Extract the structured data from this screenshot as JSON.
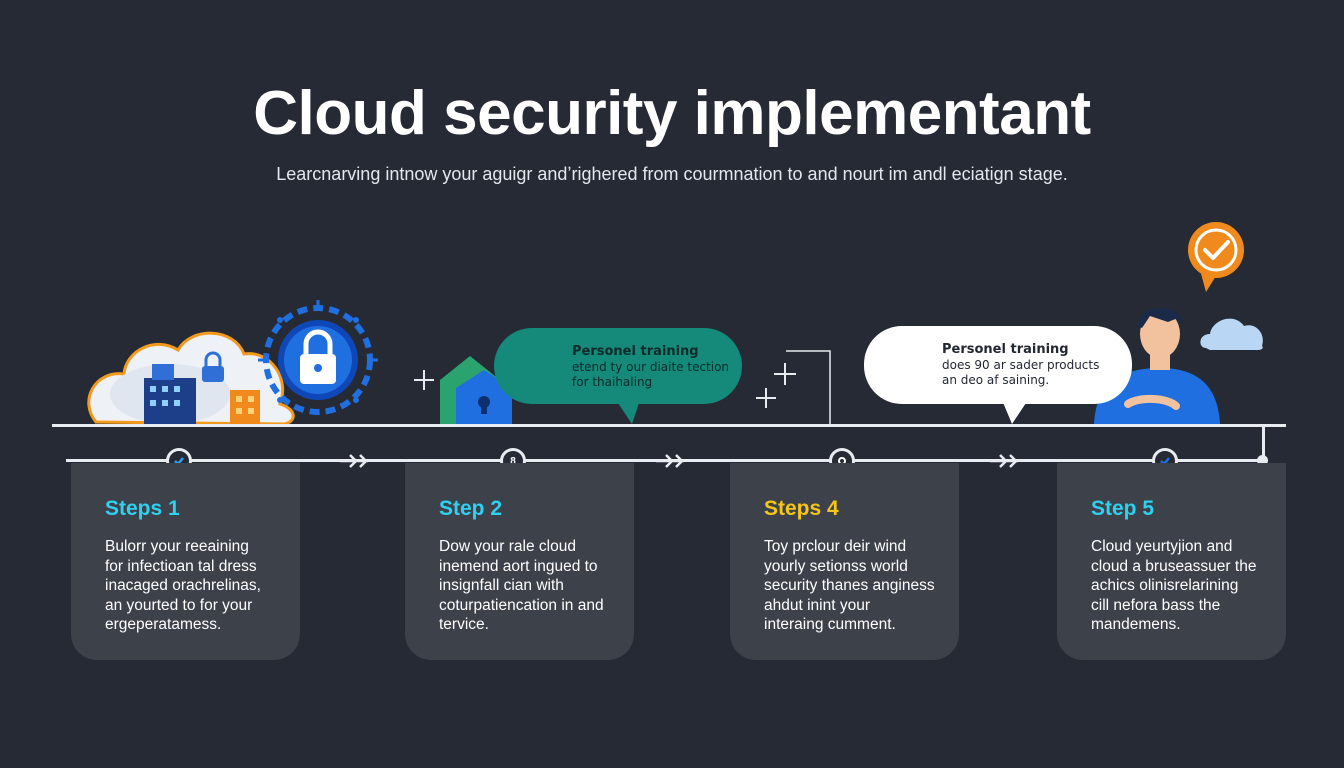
{
  "header": {
    "title": "Cloud security implementant",
    "subtitle": "Learcnarving intnow your aguigr andʼrighered from courmnation to and nourt im andl eciatign stage."
  },
  "bubbles": [
    {
      "title": "Personel training",
      "lines": [
        "etend ty our diaite tection",
        "for thaihaling"
      ],
      "color": "#15897a"
    },
    {
      "title": "Personel training",
      "lines": [
        "does 90 ar sader products",
        "an deo af saining."
      ],
      "color": "#ffffff"
    }
  ],
  "steps": [
    {
      "title": "Steps 1",
      "title_color": "#2fd0f0",
      "body": "Bulorr your reeaining\nfor infectioan tal dress\ninacaged orachrelinas,\nan yourted to for your\nergeperatamess.",
      "node_icon": "check-icon"
    },
    {
      "title": "Step 2",
      "title_color": "#2fd0f0",
      "body": "Dow your rale cloud\ninemend aort ingued to\ninsignfall cian with\ncoturpatiencation in and\ntervice.",
      "node_icon": "number-icon",
      "node_text": "8"
    },
    {
      "title": "Steps 4",
      "title_color": "#f5c518",
      "body": "Toy prclour deir wind\nyourly setionss world\nsecurity thanes anginess\nahdut inint your\ninteraing cumment.",
      "node_icon": "gear-icon"
    },
    {
      "title": "Step 5",
      "title_color": "#2fd0f0",
      "body": "Cloud yeurtyjion and\ncloud a bruseassuer the\nachics olinisrelarining\ncill nefora bass the\nmandemens.",
      "node_icon": "shield-check-icon"
    }
  ],
  "colors": {
    "background": "#252a34",
    "card": "#3d414a",
    "accent_blue": "#1f6fe0",
    "accent_orange": "#f08a1c"
  }
}
